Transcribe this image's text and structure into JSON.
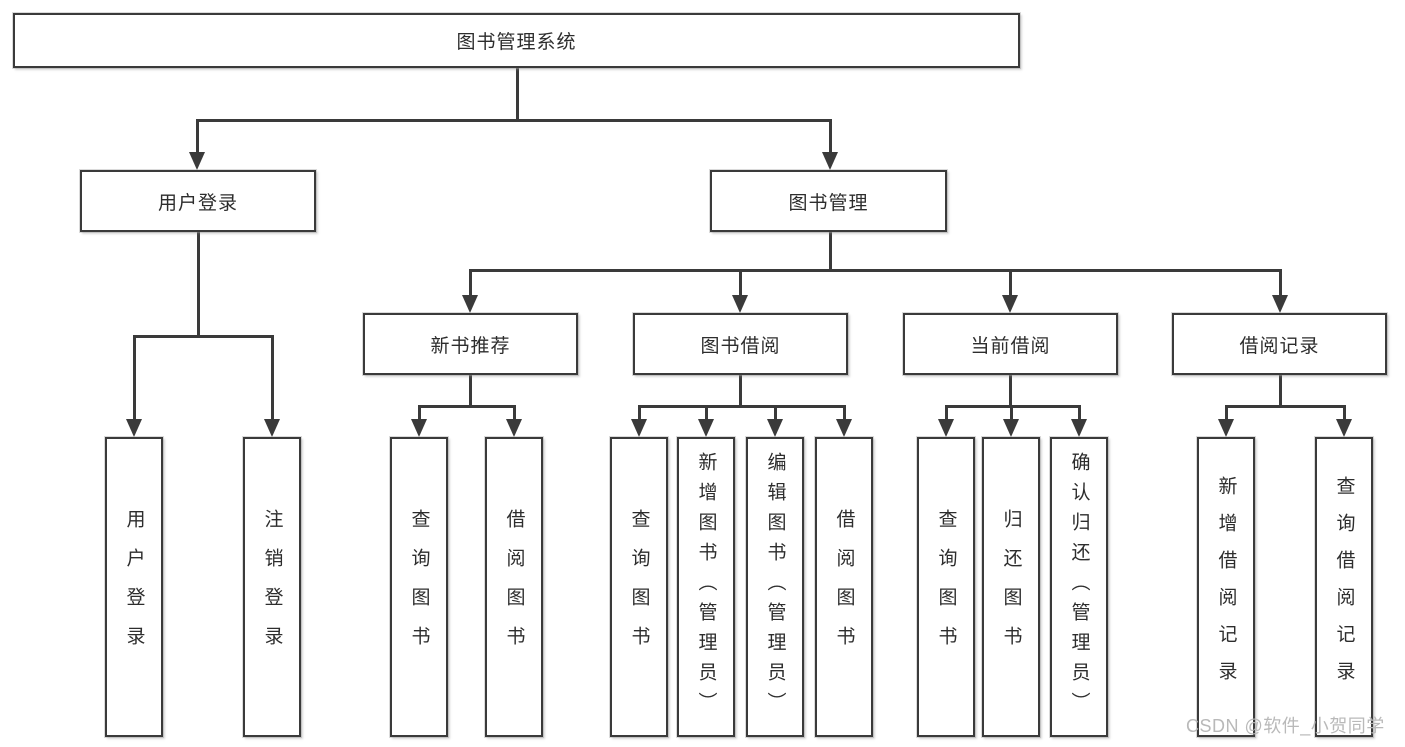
{
  "nodes": {
    "root": {
      "label": "图书管理系统"
    },
    "user_login": {
      "label": "用户登录"
    },
    "book_mgmt": {
      "label": "图书管理"
    },
    "new_books": {
      "label": "新书推荐"
    },
    "book_borrow": {
      "label": "图书借阅"
    },
    "current_borrow": {
      "label": "当前借阅"
    },
    "borrow_records": {
      "label": "借阅记录"
    },
    "leaves": {
      "user_login": {
        "label": "用户登录"
      },
      "logout": {
        "label": "注销登录"
      },
      "nb_query": {
        "label": "查询图书"
      },
      "nb_borrow": {
        "label": "借阅图书"
      },
      "bb_query": {
        "label": "查询图书"
      },
      "bb_add": {
        "label": "新增图书（管理员）"
      },
      "bb_edit": {
        "label": "编辑图书（管理员）"
      },
      "bb_borrow": {
        "label": "借阅图书"
      },
      "cb_query": {
        "label": "查询图书"
      },
      "cb_return": {
        "label": "归还图书"
      },
      "cb_confirm": {
        "label": "确认归还（管理员）"
      },
      "br_add": {
        "label": "新增借阅记录"
      },
      "br_query": {
        "label": "查询借阅记录"
      }
    }
  },
  "watermark": {
    "text": "CSDN @软件_小贺同学"
  },
  "colors": {
    "line": "#3a3a3a",
    "text": "#2d2d2d",
    "box_fill": "#ffffff",
    "background": "#ffffff",
    "watermark": "#b9b9b9"
  }
}
